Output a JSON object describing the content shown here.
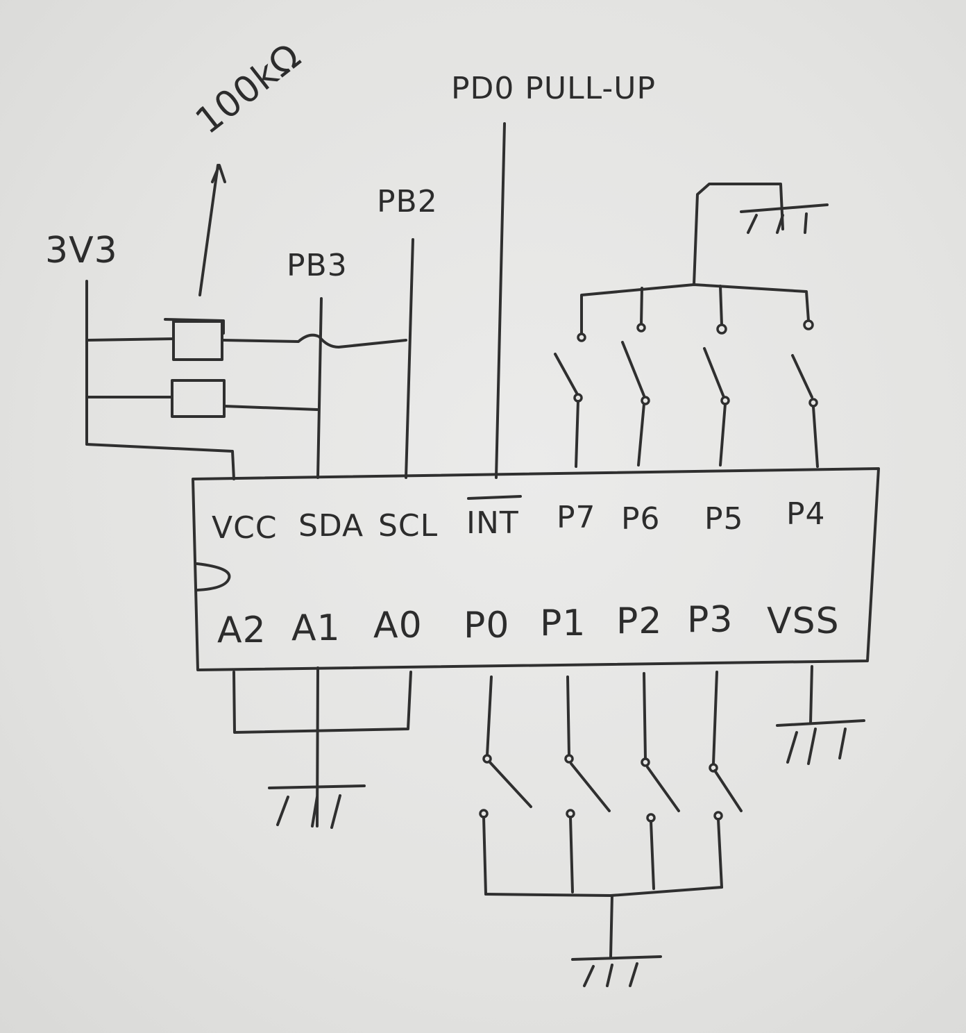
{
  "labels": {
    "supply": "3V3",
    "resistor": "100kΩ",
    "pb3": "PB3",
    "pb2": "PB2",
    "pd0": "PD0 PULL-UP"
  },
  "chip": {
    "top_pins": [
      "VCC",
      "SDA",
      "SCL",
      "INT",
      "P7",
      "P6",
      "P5",
      "P4"
    ],
    "bottom_pins": [
      "A2",
      "A1",
      "A0",
      "P0",
      "P1",
      "P2",
      "P3",
      "VSS"
    ]
  },
  "colors": {
    "ink": "#2f2f2f",
    "paper": "#e6e6e4"
  }
}
